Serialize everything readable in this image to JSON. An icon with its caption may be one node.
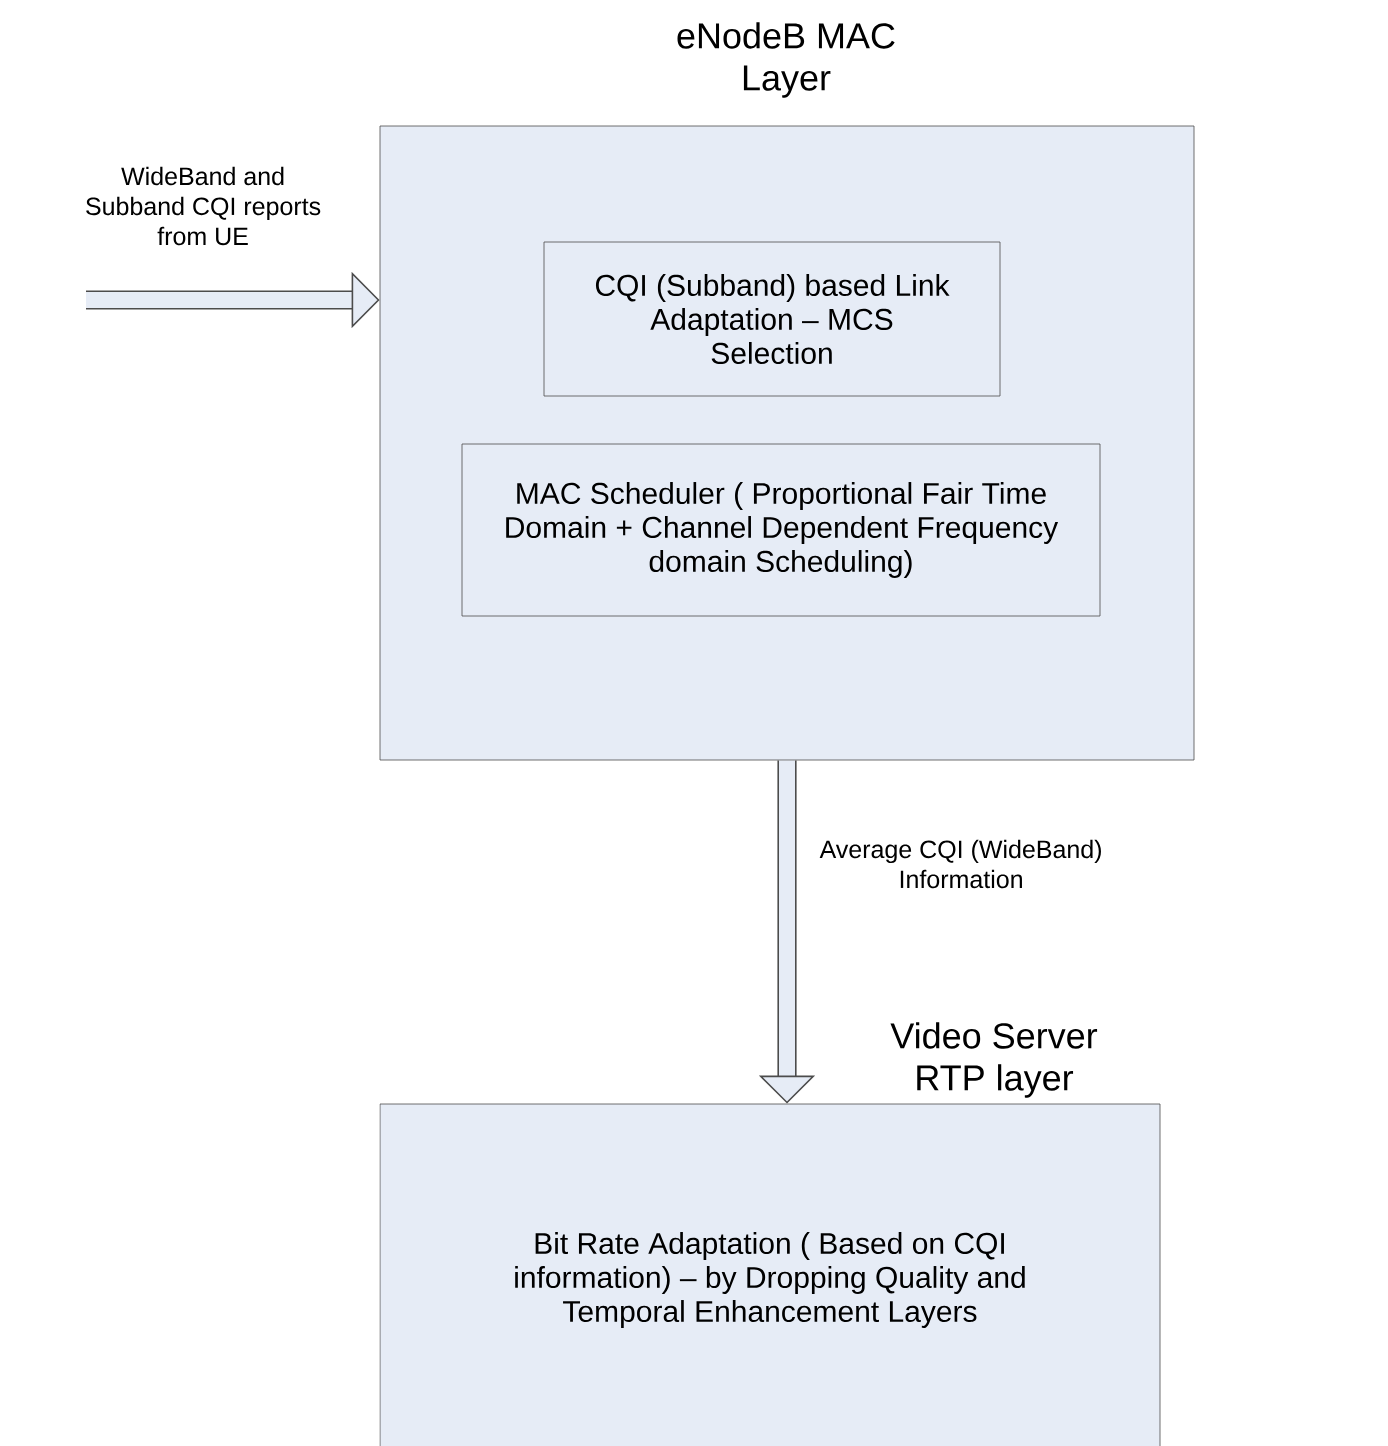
{
  "diagram": {
    "nodes": [
      {
        "text": [
          "eNodeB MAC Layer"
        ]
      },
      {
        "text": [
          "CQI (Subband) based Link Adaptation – MCS Selection"
        ],
        "in": 0
      },
      {
        "text": [
          "MAC Scheduler ( Proportional Fair Time Domain + Channel Dependent Frequency domain Scheduling)"
        ],
        "in": 0
      },
      {
        "text": [
          "Video Server RTP layer",
          "Bit Rate Adaptation ( Based on CQI information) – by Dropping Quality and Temporal Enhancement Layers"
        ]
      }
    ],
    "edges": [
      {
        "from": null,
        "to": 0,
        "arrow": "to",
        "label": "WideBand and Subband CQI reports from UE"
      },
      {
        "from": 0,
        "to": 3,
        "arrow": "to",
        "label": "Average CQI (WideBand) Information"
      }
    ]
  }
}
